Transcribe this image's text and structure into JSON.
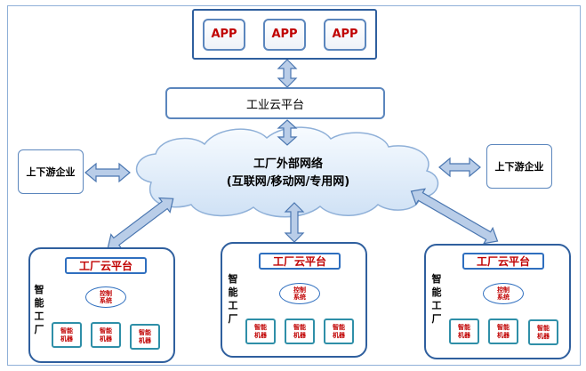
{
  "apps": [
    "APP",
    "APP",
    "APP"
  ],
  "industrial_cloud": "工业云平台",
  "network": {
    "line1": "工厂外部网络",
    "line2": "(互联网/移动网/专用网)"
  },
  "partners": {
    "left": "上下游企业",
    "right": "上下游企业"
  },
  "factories": [
    {
      "label_chars": [
        "智",
        "能",
        "工",
        "厂"
      ],
      "platform": "工厂云平台",
      "control_line1": "控制",
      "control_line2": "系统",
      "machines": [
        {
          "line1": "智能",
          "line2": "机器"
        },
        {
          "line1": "智能",
          "line2": "机器"
        },
        {
          "line1": "智能",
          "line2": "机器"
        }
      ]
    },
    {
      "label_chars": [
        "智",
        "能",
        "工",
        "厂"
      ],
      "platform": "工厂云平台",
      "control_line1": "控制",
      "control_line2": "系统",
      "machines": [
        {
          "line1": "智能",
          "line2": "机器"
        },
        {
          "line1": "智能",
          "line2": "机器"
        },
        {
          "line1": "智能",
          "line2": "机器"
        }
      ]
    },
    {
      "label_chars": [
        "智",
        "能",
        "工",
        "厂"
      ],
      "platform": "工厂云平台",
      "control_line1": "控制",
      "control_line2": "系统",
      "machines": [
        {
          "line1": "智能",
          "line2": "机器"
        },
        {
          "line1": "智能",
          "line2": "机器"
        },
        {
          "line1": "智能",
          "line2": "机器"
        }
      ]
    }
  ],
  "colors": {
    "frame": "#2f5f9e",
    "arrow_fill": "#b9cde8",
    "arrow_stroke": "#4a76b0",
    "accent_text": "#c00000",
    "connector_line": "#c00000"
  }
}
